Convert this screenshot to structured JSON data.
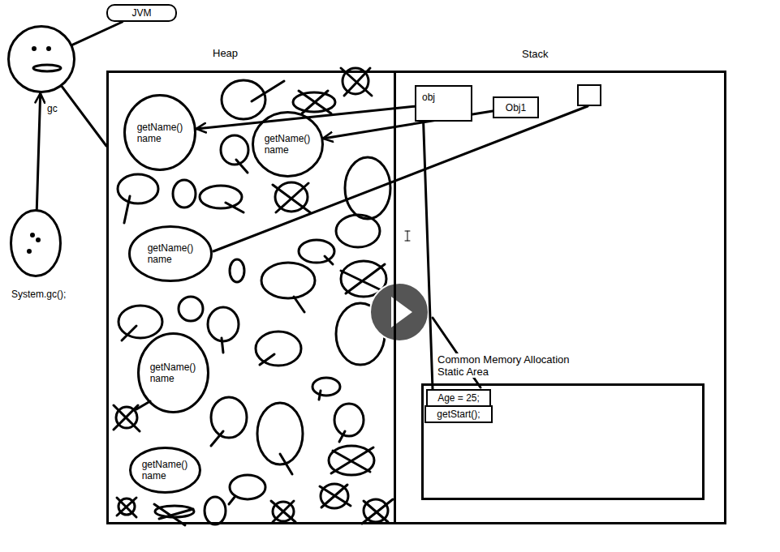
{
  "diagram": {
    "nodes": [
      {
        "text": [
          "JVM"
        ]
      },
      {
        "text": [
          "gc"
        ]
      },
      {
        "text": [
          "System.gc();"
        ]
      },
      {
        "text": [
          "Heap"
        ]
      },
      {
        "text": [
          "getName()",
          "name"
        ],
        "in": 3
      },
      {
        "text": [
          "getName()",
          "name"
        ],
        "in": 3
      },
      {
        "text": [
          "getName()",
          "name"
        ],
        "in": 3
      },
      {
        "text": [
          "getName()",
          "name"
        ],
        "in": 3
      },
      {
        "text": [
          "getName()",
          "name"
        ],
        "in": 3
      },
      {
        "text": [
          "Stack"
        ]
      },
      {
        "text": [
          "obj"
        ],
        "in": 9
      },
      {
        "text": [
          "Obj1"
        ],
        "in": 9
      },
      {
        "text": [
          "Common Memory Allocation Static Area"
        ],
        "in": 9
      },
      {
        "text": [
          "Age = 25;"
        ],
        "in": 12
      },
      {
        "text": [
          "getStart();"
        ],
        "in": 12
      }
    ],
    "edges": [
      {
        "from": 0,
        "to": 1,
        "arrow": "none"
      },
      {
        "from": 2,
        "to": 1,
        "arrow": "to"
      },
      {
        "from": 1,
        "to": 3,
        "arrow": "none"
      },
      {
        "from": 10,
        "to": 4,
        "arrow": "to"
      },
      {
        "from": 11,
        "to": 5,
        "arrow": "to"
      },
      {
        "from": 10,
        "to": 13,
        "arrow": "none"
      }
    ]
  }
}
